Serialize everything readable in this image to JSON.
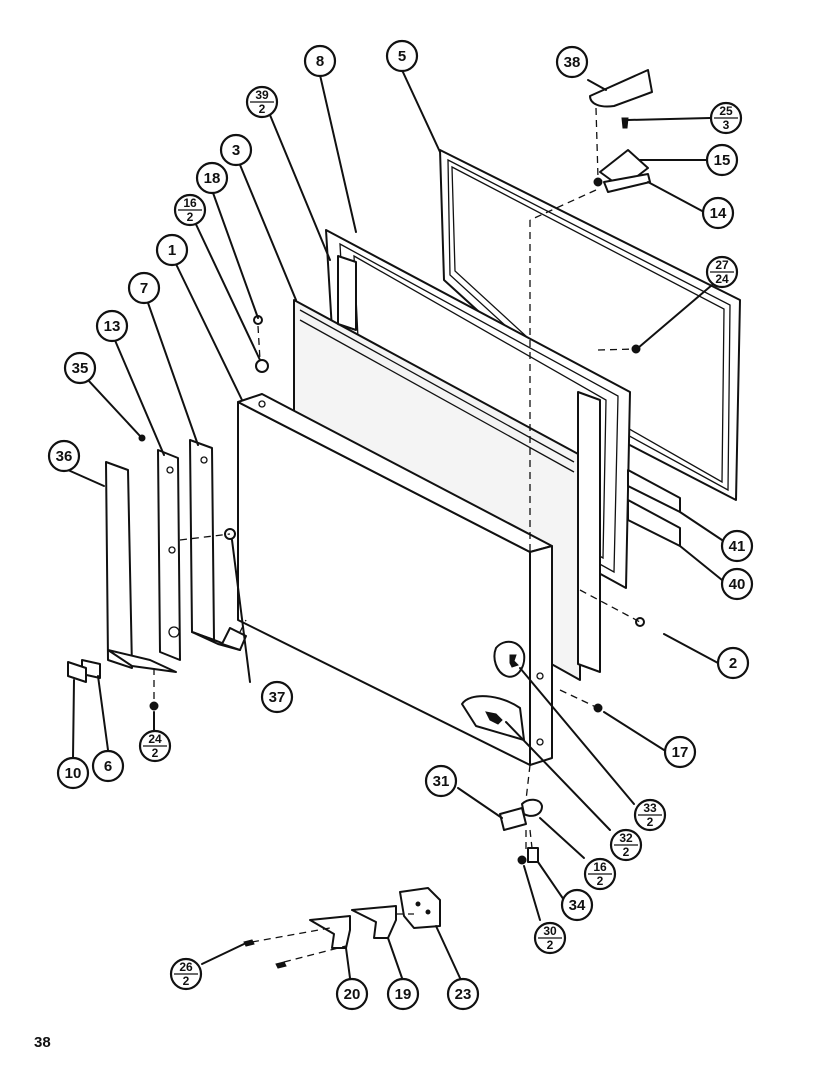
{
  "page_number": "38",
  "callouts": [
    {
      "id": "c38",
      "number": "38"
    },
    {
      "id": "c5",
      "number": "5"
    },
    {
      "id": "c8",
      "number": "8"
    },
    {
      "id": "c39",
      "number": "39",
      "qty": "2"
    },
    {
      "id": "c3",
      "number": "3"
    },
    {
      "id": "c18",
      "number": "18"
    },
    {
      "id": "c16a",
      "number": "16",
      "qty": "2"
    },
    {
      "id": "c1",
      "number": "1"
    },
    {
      "id": "c7",
      "number": "7"
    },
    {
      "id": "c13",
      "number": "13"
    },
    {
      "id": "c35",
      "number": "35"
    },
    {
      "id": "c36",
      "number": "36"
    },
    {
      "id": "c25",
      "number": "25",
      "qty": "3"
    },
    {
      "id": "c15",
      "number": "15"
    },
    {
      "id": "c14",
      "number": "14"
    },
    {
      "id": "c27",
      "number": "27",
      "qty": "24"
    },
    {
      "id": "c41",
      "number": "41"
    },
    {
      "id": "c40",
      "number": "40"
    },
    {
      "id": "c2",
      "number": "2"
    },
    {
      "id": "c17",
      "number": "17"
    },
    {
      "id": "c37",
      "number": "37"
    },
    {
      "id": "c24",
      "number": "24",
      "qty": "2"
    },
    {
      "id": "c10",
      "number": "10"
    },
    {
      "id": "c6",
      "number": "6"
    },
    {
      "id": "c31",
      "number": "31"
    },
    {
      "id": "c33",
      "number": "33",
      "qty": "2"
    },
    {
      "id": "c32",
      "number": "32",
      "qty": "2"
    },
    {
      "id": "c16b",
      "number": "16",
      "qty": "2"
    },
    {
      "id": "c34",
      "number": "34"
    },
    {
      "id": "c30",
      "number": "30",
      "qty": "2"
    },
    {
      "id": "c26",
      "number": "26",
      "qty": "2"
    },
    {
      "id": "c20",
      "number": "20"
    },
    {
      "id": "c19",
      "number": "19"
    },
    {
      "id": "c23",
      "number": "23"
    }
  ]
}
